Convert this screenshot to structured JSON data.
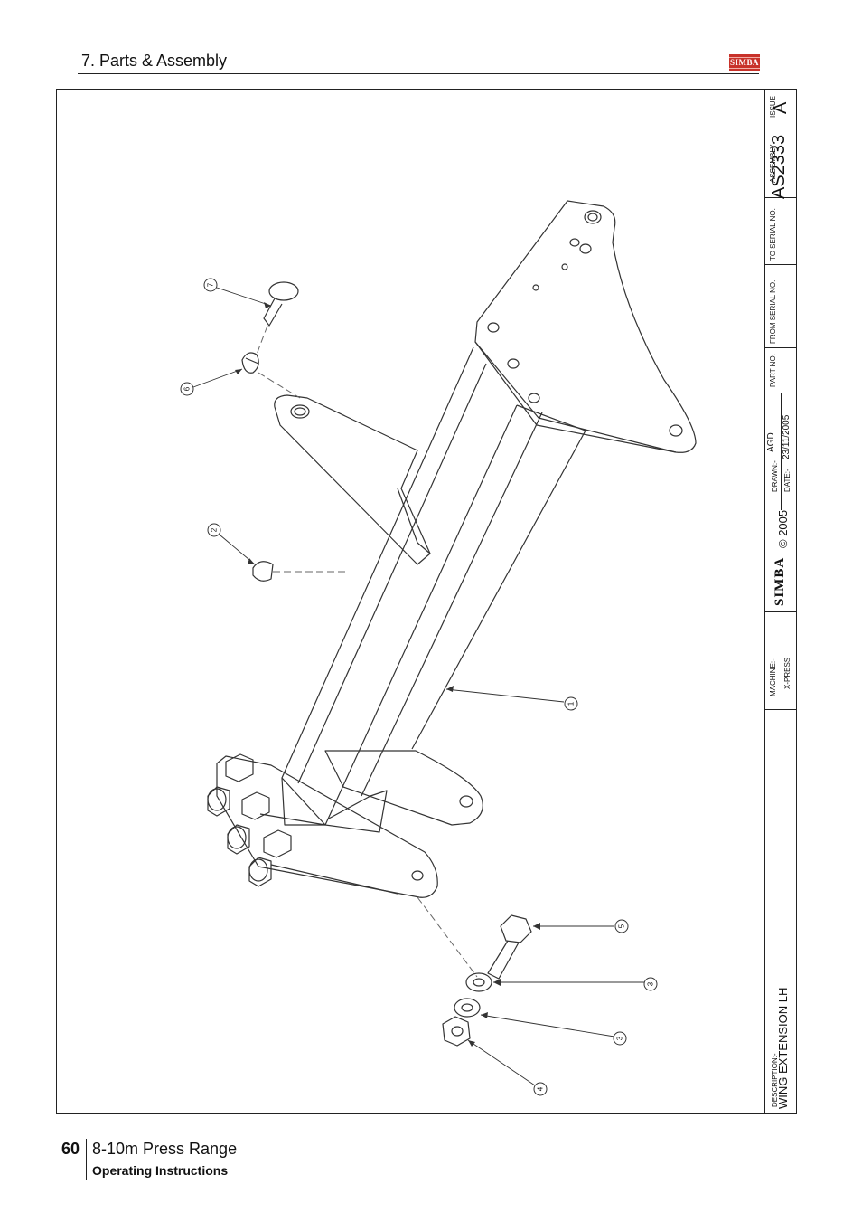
{
  "header": {
    "section_title": "7. Parts & Assembly",
    "logo_text": "SIMBA"
  },
  "title_block": {
    "issue_label": "ISSUE",
    "issue_value": "A",
    "assembly_label": "ASSEMBLY",
    "assembly_value": "AS2333",
    "to_serial_label": "TO SERIAL NO.",
    "from_serial_label": "FROM SERIAL NO.",
    "part_no_label": "PART NO.",
    "drawn_label": "DRAWN:-",
    "drawn_value": "AGD",
    "date_label": "DATE:-",
    "date_value": "23/11/2005",
    "copyright": "© 2005",
    "brand": "SIMBA",
    "machine_label": "MACHINE:-",
    "machine_value": "X-PRESS",
    "description_label": "DESCRIPTION:-",
    "description_value": "WING EXTENSION LH"
  },
  "callouts": [
    "7",
    "6",
    "2",
    "1",
    "5",
    "3",
    "3",
    "4"
  ],
  "footer": {
    "page_number": "60",
    "title": "8-10m Press Range",
    "subtitle": "Operating Instructions"
  }
}
